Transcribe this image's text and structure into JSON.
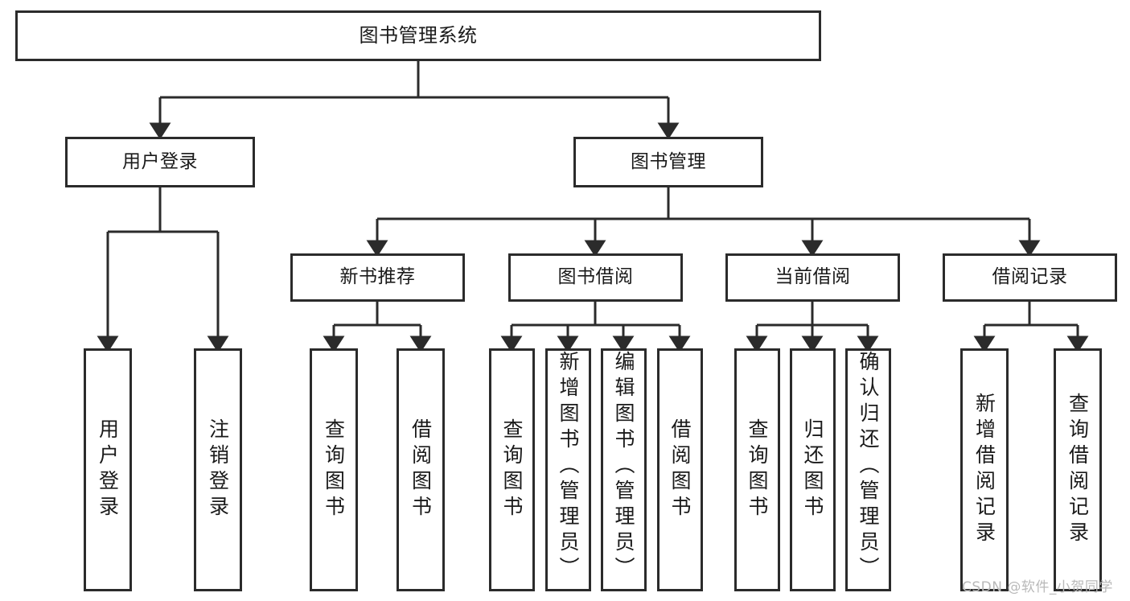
{
  "diagram": {
    "title": "图书管理系统",
    "stroke_color": "#2b2b2b",
    "text_color": "#1a1a1a",
    "background": "#ffffff",
    "watermark": "CSDN @软件_小贺同学"
  },
  "nodes": {
    "root": {
      "label": "图书管理系统",
      "level": 1
    },
    "l2": [
      {
        "id": "user-login",
        "label": "用户登录"
      },
      {
        "id": "book-manage",
        "label": "图书管理"
      }
    ],
    "l3": [
      {
        "id": "new-book-recommend",
        "label": "新书推荐"
      },
      {
        "id": "book-borrow",
        "label": "图书借阅"
      },
      {
        "id": "current-borrow",
        "label": "当前借阅"
      },
      {
        "id": "borrow-record",
        "label": "借阅记录"
      }
    ],
    "leaves": [
      {
        "id": "leaf-user-login",
        "label": "用户登录",
        "parent": "user-login"
      },
      {
        "id": "leaf-logout-login",
        "label": "注销登录",
        "parent": "user-login"
      },
      {
        "id": "leaf-query-book-1",
        "label": "查询图书",
        "parent": "new-book-recommend"
      },
      {
        "id": "leaf-borrow-book-1",
        "label": "借阅图书",
        "parent": "new-book-recommend"
      },
      {
        "id": "leaf-query-book-2",
        "label": "查询图书",
        "parent": "book-borrow"
      },
      {
        "id": "leaf-add-book",
        "label": "新增图书（管理员）",
        "parent": "book-borrow"
      },
      {
        "id": "leaf-edit-book",
        "label": "编辑图书（管理员）",
        "parent": "book-borrow"
      },
      {
        "id": "leaf-borrow-book-2",
        "label": "借阅图书",
        "parent": "book-borrow"
      },
      {
        "id": "leaf-query-book-3",
        "label": "查询图书",
        "parent": "current-borrow"
      },
      {
        "id": "leaf-return-book",
        "label": "归还图书",
        "parent": "current-borrow"
      },
      {
        "id": "leaf-confirm-return",
        "label": "确认归还（管理员）",
        "parent": "current-borrow"
      },
      {
        "id": "leaf-add-record",
        "label": "新增借阅记录",
        "parent": "borrow-record"
      },
      {
        "id": "leaf-query-record",
        "label": "查询借阅记录",
        "parent": "borrow-record"
      }
    ]
  }
}
